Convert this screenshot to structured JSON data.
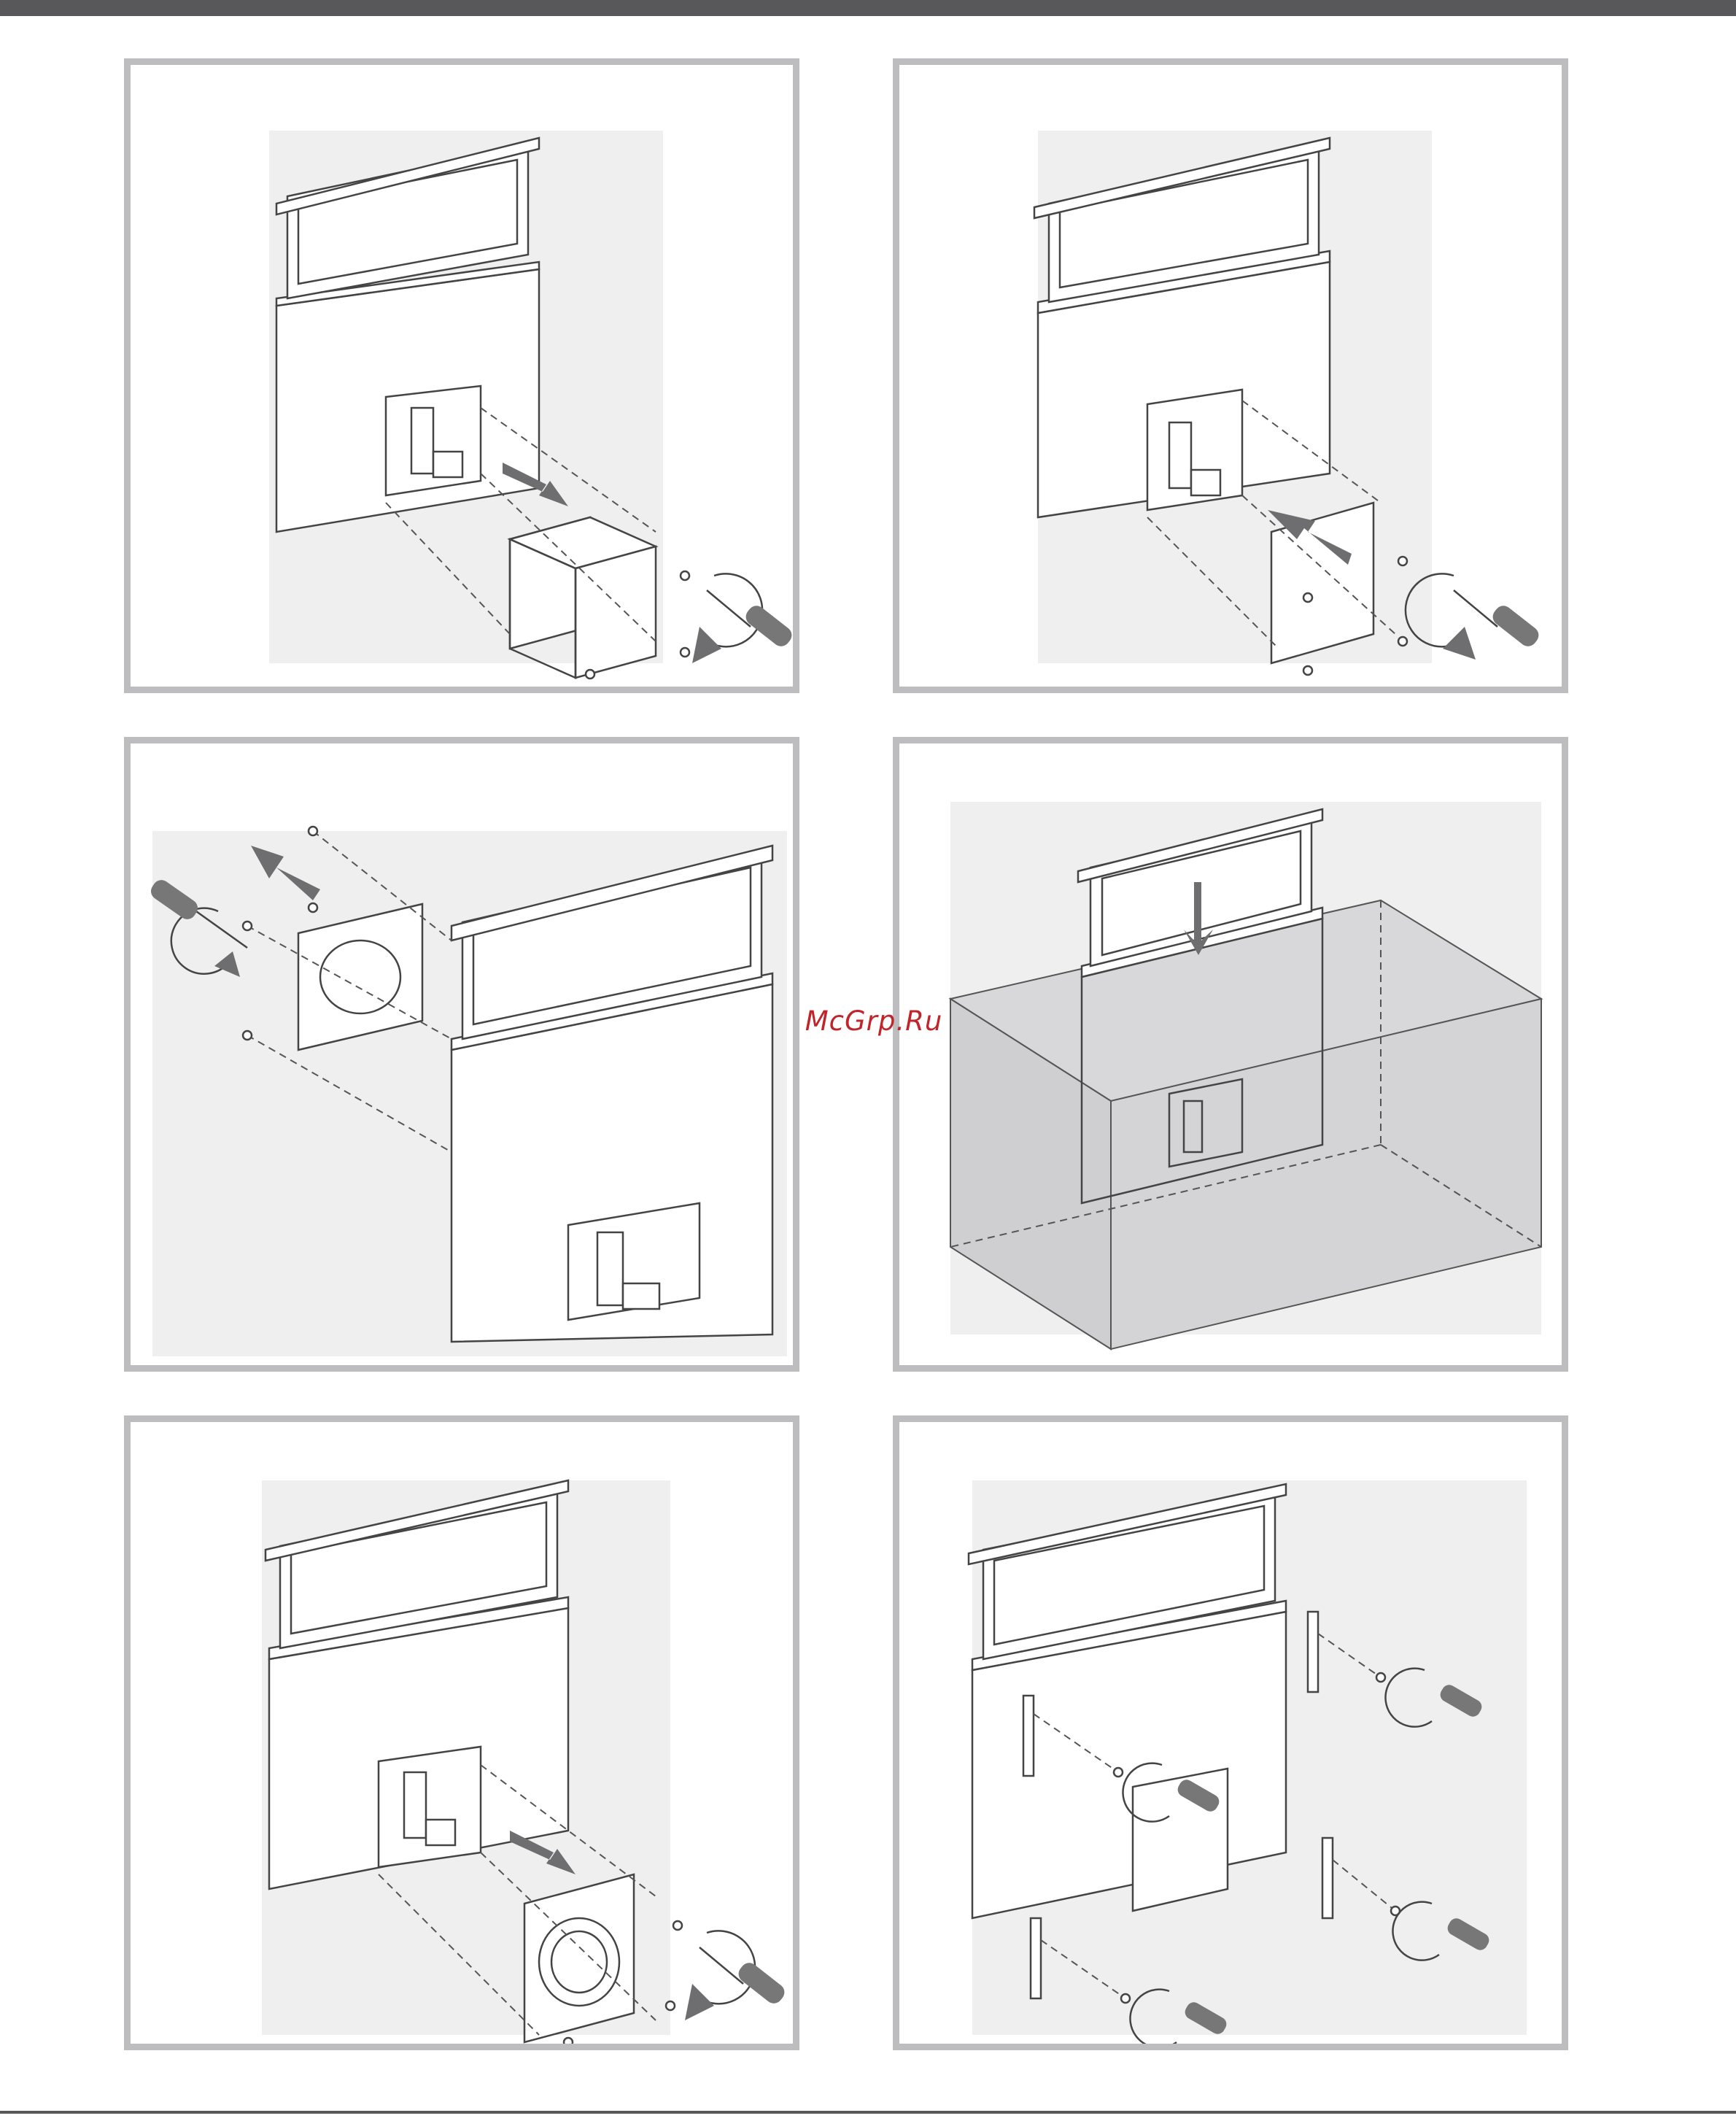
{
  "watermark": {
    "text": "McGrp.Ru"
  },
  "colors": {
    "frame_border": "#bdbdbf",
    "header_bar": "#58585a",
    "watermark": "#c0252b",
    "ink": "#444444",
    "arrow": "#6e6e70",
    "box_fill": "#d8d8da"
  },
  "figures": [
    {
      "id": "step-remove-motor-box",
      "icons": [
        "downdraft-hood",
        "motor-box",
        "screw",
        "screwdriver-icon",
        "arrow-out-icon"
      ]
    },
    {
      "id": "step-attach-cover-plate",
      "icons": [
        "downdraft-hood",
        "cover-plate",
        "screw",
        "screwdriver-icon",
        "arrow-in-icon"
      ]
    },
    {
      "id": "step-remove-duct-plate",
      "icons": [
        "downdraft-hood",
        "round-duct-plate",
        "screw",
        "screwdriver-icon",
        "arrow-out-icon"
      ]
    },
    {
      "id": "step-insert-in-cabinet",
      "icons": [
        "downdraft-hood",
        "cabinet-box",
        "arrow-down-icon"
      ]
    },
    {
      "id": "step-fit-round-outlet",
      "icons": [
        "downdraft-hood",
        "round-outlet-plate",
        "screw",
        "screwdriver-icon",
        "arrow-out-icon"
      ]
    },
    {
      "id": "step-fix-brackets",
      "icons": [
        "downdraft-hood",
        "mounting-bracket",
        "screw",
        "screwdriver-icon"
      ]
    }
  ]
}
